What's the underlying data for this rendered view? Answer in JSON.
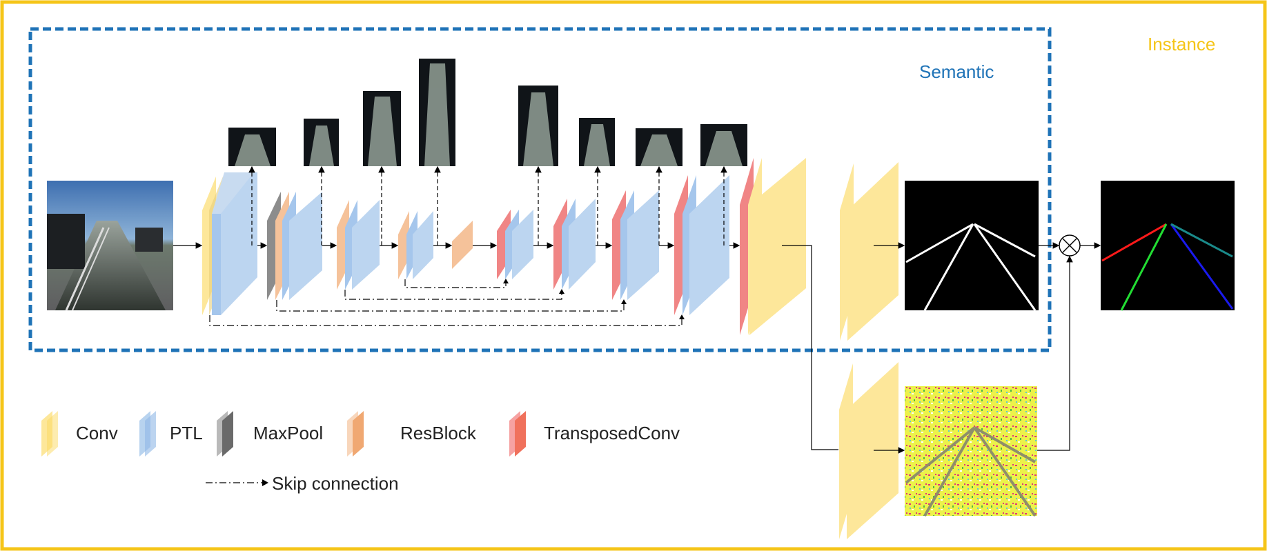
{
  "regions": {
    "semantic_label": "Semantic",
    "instance_label": "Instance"
  },
  "legend": {
    "items": [
      {
        "label": "Conv",
        "color": "#fde79a"
      },
      {
        "label": "PTL",
        "color": "#b8d3ef"
      },
      {
        "label": "MaxPool",
        "color": "#8c8c8c"
      },
      {
        "label": "ResBlock",
        "color": "#f5c29a"
      },
      {
        "label": "TransposedConv",
        "color": "#f08585"
      }
    ],
    "skip_label": "Skip connection"
  },
  "colors": {
    "instance_border": "#f5c518",
    "semantic_border": "#1f73b7",
    "conv": "#fde79a",
    "ptl": "#b8d3ef",
    "maxpool": "#8c8c8c",
    "resblock": "#f5c29a",
    "transposed": "#f08585"
  }
}
